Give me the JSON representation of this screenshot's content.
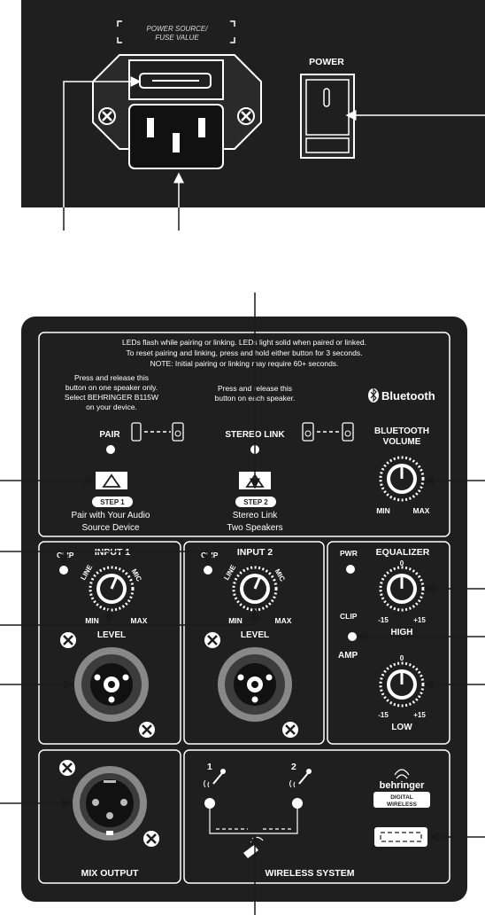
{
  "top_panel": {
    "power_source_label_line1": "POWER SOURCE/",
    "power_source_label_line2": "FUSE VALUE",
    "power_label": "POWER"
  },
  "info_box": {
    "line1": "LEDs flash while pairing or linking. LEDs light solid when paired or linked.",
    "line2": "To reset pairing and linking, press and hold either button for 3 seconds.",
    "line3": "NOTE: Initial pairing or linking may require 60+ seconds.",
    "pair_instr_1": "Press and release this",
    "pair_instr_2": "button on one speaker only.",
    "pair_instr_3": "Select BEHRINGER B115W",
    "pair_instr_4": "on your device.",
    "link_instr_1": "Press and release this",
    "link_instr_2": "button on each speaker.",
    "bluetooth_brand": "Bluetooth",
    "pair_label": "PAIR",
    "stereo_link_label": "STEREO LINK",
    "bt_volume_1": "BLUETOOTH",
    "bt_volume_2": "VOLUME",
    "step1_badge": "STEP 1",
    "step1_text_1": "Pair with Your Audio",
    "step1_text_2": "Source Device",
    "step2_badge": "STEP 2",
    "step2_text_1": "Stereo Link",
    "step2_text_2": "Two Speakers",
    "min": "MIN",
    "max": "MAX"
  },
  "input1": {
    "title": "INPUT 1",
    "clip": "CLIP",
    "line": "LINE",
    "mic": "MIC",
    "min": "MIN",
    "max": "MAX",
    "level": "LEVEL"
  },
  "input2": {
    "title": "INPUT 2",
    "clip": "CLIP",
    "line": "LINE",
    "mic": "MIC",
    "min": "MIN",
    "max": "MAX",
    "level": "LEVEL"
  },
  "eq": {
    "pwr": "PWR",
    "title": "EQUALIZER",
    "high_zero": "0",
    "high_minus": "-15",
    "high_plus": "+15",
    "high": "HIGH",
    "clip": "CLIP",
    "amp": "AMP",
    "low_zero": "0",
    "low_minus": "-15",
    "low_plus": "+15",
    "low": "LOW"
  },
  "mix_output": {
    "title": "MIX OUTPUT"
  },
  "wireless": {
    "ch1": "1",
    "ch2": "2",
    "title": "WIRELESS SYSTEM",
    "brand": "behringer",
    "digital": "DIGITAL",
    "wireless_badge": "WIRELESS"
  },
  "colors": {
    "panel": "#1f1f1f",
    "line": "#ffffff",
    "pointer": "#1a1a1a"
  }
}
